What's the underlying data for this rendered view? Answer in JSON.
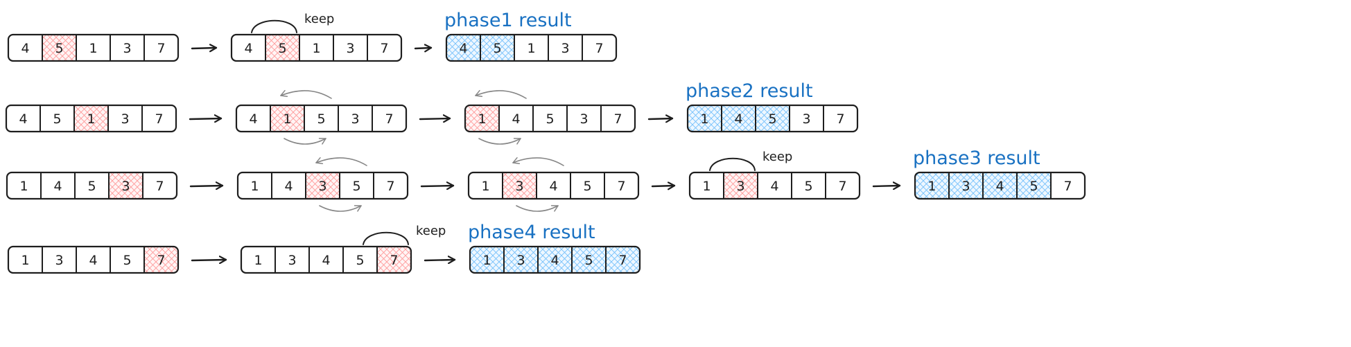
{
  "colors": {
    "pivot": "#ffc9c9",
    "sorted": "#a5d8ff",
    "label": "#1971c2"
  },
  "rows": [
    {
      "arrays": [
        {
          "cells": [
            {
              "v": "4"
            },
            {
              "v": "5",
              "hl": "pivot"
            },
            {
              "v": "1"
            },
            {
              "v": "3"
            },
            {
              "v": "7"
            }
          ]
        },
        {
          "cells": [
            {
              "v": "4"
            },
            {
              "v": "5",
              "hl": "pivot"
            },
            {
              "v": "1"
            },
            {
              "v": "3"
            },
            {
              "v": "7"
            }
          ],
          "keep": {
            "text": "keep",
            "cell": 1
          }
        },
        {
          "cells": [
            {
              "v": "4",
              "hl": "sorted"
            },
            {
              "v": "5",
              "hl": "sorted"
            },
            {
              "v": "1"
            },
            {
              "v": "3"
            },
            {
              "v": "7"
            }
          ],
          "result": "phase1 result"
        }
      ]
    },
    {
      "arrays": [
        {
          "cells": [
            {
              "v": "4"
            },
            {
              "v": "5"
            },
            {
              "v": "1",
              "hl": "pivot"
            },
            {
              "v": "3"
            },
            {
              "v": "7"
            }
          ]
        },
        {
          "cells": [
            {
              "v": "4"
            },
            {
              "v": "1",
              "hl": "pivot"
            },
            {
              "v": "5"
            },
            {
              "v": "3"
            },
            {
              "v": "7"
            }
          ],
          "swap": 1
        },
        {
          "cells": [
            {
              "v": "1",
              "hl": "pivot"
            },
            {
              "v": "4"
            },
            {
              "v": "5"
            },
            {
              "v": "3"
            },
            {
              "v": "7"
            }
          ],
          "swap": 0
        },
        {
          "cells": [
            {
              "v": "1",
              "hl": "sorted"
            },
            {
              "v": "4",
              "hl": "sorted"
            },
            {
              "v": "5",
              "hl": "sorted"
            },
            {
              "v": "3"
            },
            {
              "v": "7"
            }
          ],
          "result": "phase2 result"
        }
      ]
    },
    {
      "arrays": [
        {
          "cells": [
            {
              "v": "1"
            },
            {
              "v": "4"
            },
            {
              "v": "5"
            },
            {
              "v": "3",
              "hl": "pivot"
            },
            {
              "v": "7"
            }
          ]
        },
        {
          "cells": [
            {
              "v": "1"
            },
            {
              "v": "4"
            },
            {
              "v": "3",
              "hl": "pivot"
            },
            {
              "v": "5"
            },
            {
              "v": "7"
            }
          ],
          "swap": 2
        },
        {
          "cells": [
            {
              "v": "1"
            },
            {
              "v": "3",
              "hl": "pivot"
            },
            {
              "v": "4"
            },
            {
              "v": "5"
            },
            {
              "v": "7"
            }
          ],
          "swap": 1
        },
        {
          "cells": [
            {
              "v": "1"
            },
            {
              "v": "3",
              "hl": "pivot"
            },
            {
              "v": "4"
            },
            {
              "v": "5"
            },
            {
              "v": "7"
            }
          ],
          "keep": {
            "text": "keep",
            "cell": 1
          }
        },
        {
          "cells": [
            {
              "v": "1",
              "hl": "sorted"
            },
            {
              "v": "3",
              "hl": "sorted"
            },
            {
              "v": "4",
              "hl": "sorted"
            },
            {
              "v": "5",
              "hl": "sorted"
            },
            {
              "v": "7"
            }
          ],
          "result": "phase3 result"
        }
      ]
    },
    {
      "arrays": [
        {
          "cells": [
            {
              "v": "1"
            },
            {
              "v": "3"
            },
            {
              "v": "4"
            },
            {
              "v": "5"
            },
            {
              "v": "7",
              "hl": "pivot"
            }
          ]
        },
        {
          "cells": [
            {
              "v": "1"
            },
            {
              "v": "3"
            },
            {
              "v": "4"
            },
            {
              "v": "5"
            },
            {
              "v": "7",
              "hl": "pivot"
            }
          ],
          "keep": {
            "text": "keep",
            "cell": 4
          }
        },
        {
          "cells": [
            {
              "v": "1",
              "hl": "sorted"
            },
            {
              "v": "3",
              "hl": "sorted"
            },
            {
              "v": "4",
              "hl": "sorted"
            },
            {
              "v": "5",
              "hl": "sorted"
            },
            {
              "v": "7",
              "hl": "sorted"
            }
          ],
          "result": "phase4 result"
        }
      ]
    }
  ]
}
